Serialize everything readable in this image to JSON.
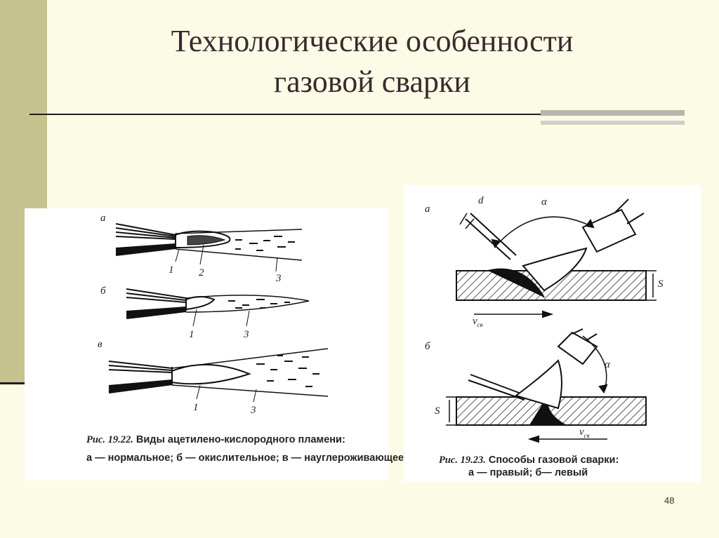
{
  "slide": {
    "title_line1": "Технологические особенности",
    "title_line2": "газовой сварки",
    "page_number": "48"
  },
  "figure1": {
    "labels": {
      "a": "а",
      "b": "б",
      "v": "в",
      "a1": "1",
      "a2": "2",
      "a3": "3",
      "b1": "1",
      "b3": "3",
      "v1": "1",
      "v3": "3"
    },
    "caption_line1_num": "Рис. 19.22.",
    "caption_line1_text": "Виды ацетилено-кислородного пламени:",
    "caption_line2": "а — нормальное; б — окислительное; в — науглероживающее"
  },
  "figure2": {
    "labels": {
      "a": "а",
      "b": "б",
      "d": "d",
      "alpha_a": "α",
      "alpha_b": "α",
      "s_a": "S",
      "s_b": "S",
      "v_a": "v",
      "v_a_sub": "св",
      "v_b": "v",
      "v_b_sub": "св"
    },
    "caption_line1_num": "Рис. 19.23.",
    "caption_line1_text": "Способы газовой сварки:",
    "caption_line2": "а — правый; б— левый"
  }
}
